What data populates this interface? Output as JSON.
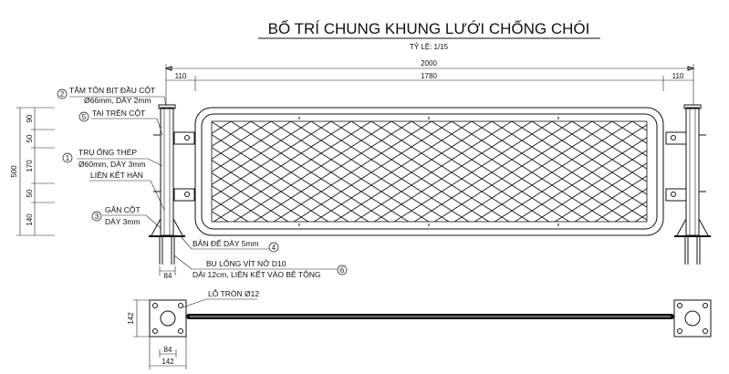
{
  "title": "BỐ TRÍ CHUNG KHUNG LƯỚI CHỐNG CHÓI",
  "scale": "TỶ LỆ: 1/15",
  "dims": {
    "total": "2000",
    "left": "110",
    "mid": "1780",
    "right": "110",
    "height": "500",
    "v1": "90",
    "v2": "50",
    "v3": "170",
    "v4": "50",
    "v5": "140",
    "base_w": "84",
    "plan_side": "142",
    "plan_inner": "84",
    "plan_w": "142"
  },
  "callouts": [
    {
      "num": "2",
      "line1": "TẤM TÔN BỊT ĐẦU CỘT",
      "line2": "Ø66mm, DÀY 2mm"
    },
    {
      "num": "5",
      "line1": "TAI TRÊN CỘT",
      "line2": ""
    },
    {
      "num": "1",
      "line1": "TRỤ ỐNG THÉP",
      "line2": "Ø60mm, DÀY 3mm",
      "line3": "LIÊN KẾT HÀN"
    },
    {
      "num": "3",
      "line1": "GÂN CỘT",
      "line2": "DÀY 3mm"
    },
    {
      "num": "4",
      "line1": "BẢN ĐẾ DÀY 5mm",
      "line2": ""
    },
    {
      "num": "6",
      "line1": "BU LÔNG VÍT NỞ D10",
      "line2": "DÀI 12cm, LIÊN KẾT VÀO BÊ TÔNG"
    }
  ],
  "plan_note": "LỖ TRÒN Ø12"
}
